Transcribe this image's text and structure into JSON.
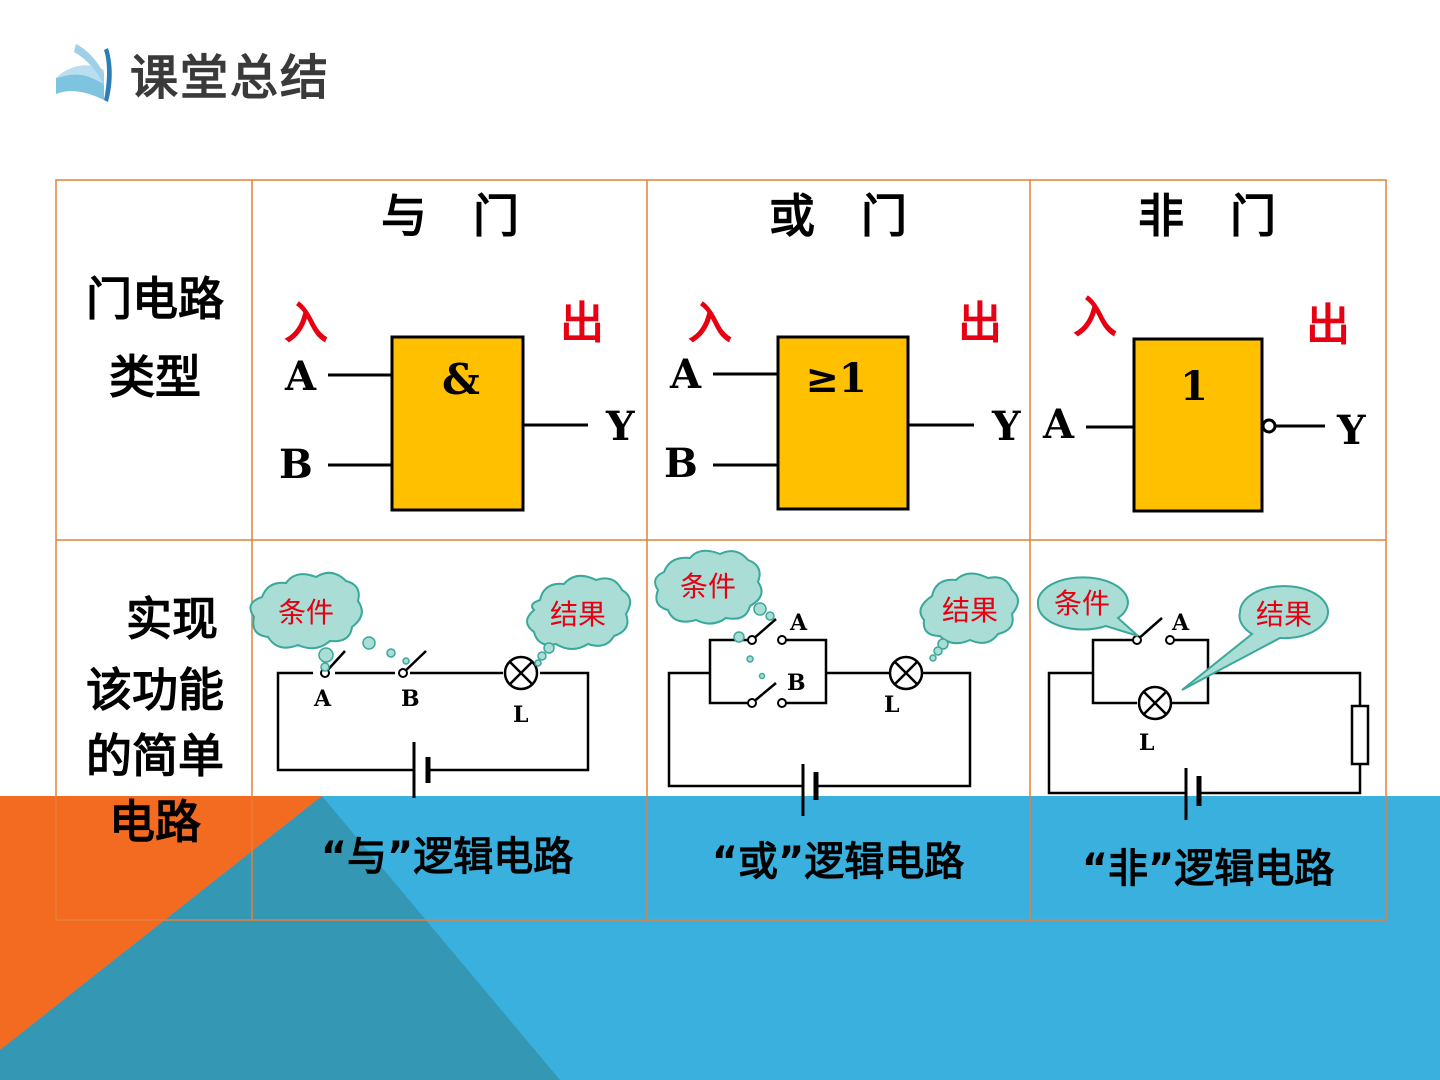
{
  "slide": {
    "title": "课堂总结",
    "colors": {
      "orange": "#f26b21",
      "blue": "#3ab0de",
      "gate_fill": "#ffc000",
      "label_red": "#e60012",
      "table_border": "#e3803a",
      "bubble_fill": "#a9ddd6",
      "bubble_stroke": "#3aa89a"
    }
  },
  "table": {
    "row_headers": {
      "gate_type": [
        "门电路",
        "类型"
      ],
      "simple_circuit": [
        "实现",
        "该功能",
        "的简单",
        "电路"
      ]
    },
    "columns": [
      {
        "header": "与　门",
        "symbol": "&",
        "caption": "“与”逻辑电路"
      },
      {
        "header": "或　门",
        "symbol": "≥1",
        "caption": "“或”逻辑电路"
      },
      {
        "header": "非　门",
        "symbol": "1",
        "caption": "“非”逻辑电路"
      }
    ]
  },
  "gate_labels": {
    "in_label": "入",
    "out_label": "出",
    "input_a": "A",
    "input_b": "B",
    "output": "Y"
  },
  "circuit_labels": {
    "condition": "条件",
    "result": "结果",
    "switch_a": "A",
    "switch_b": "B",
    "lamp": "L"
  }
}
